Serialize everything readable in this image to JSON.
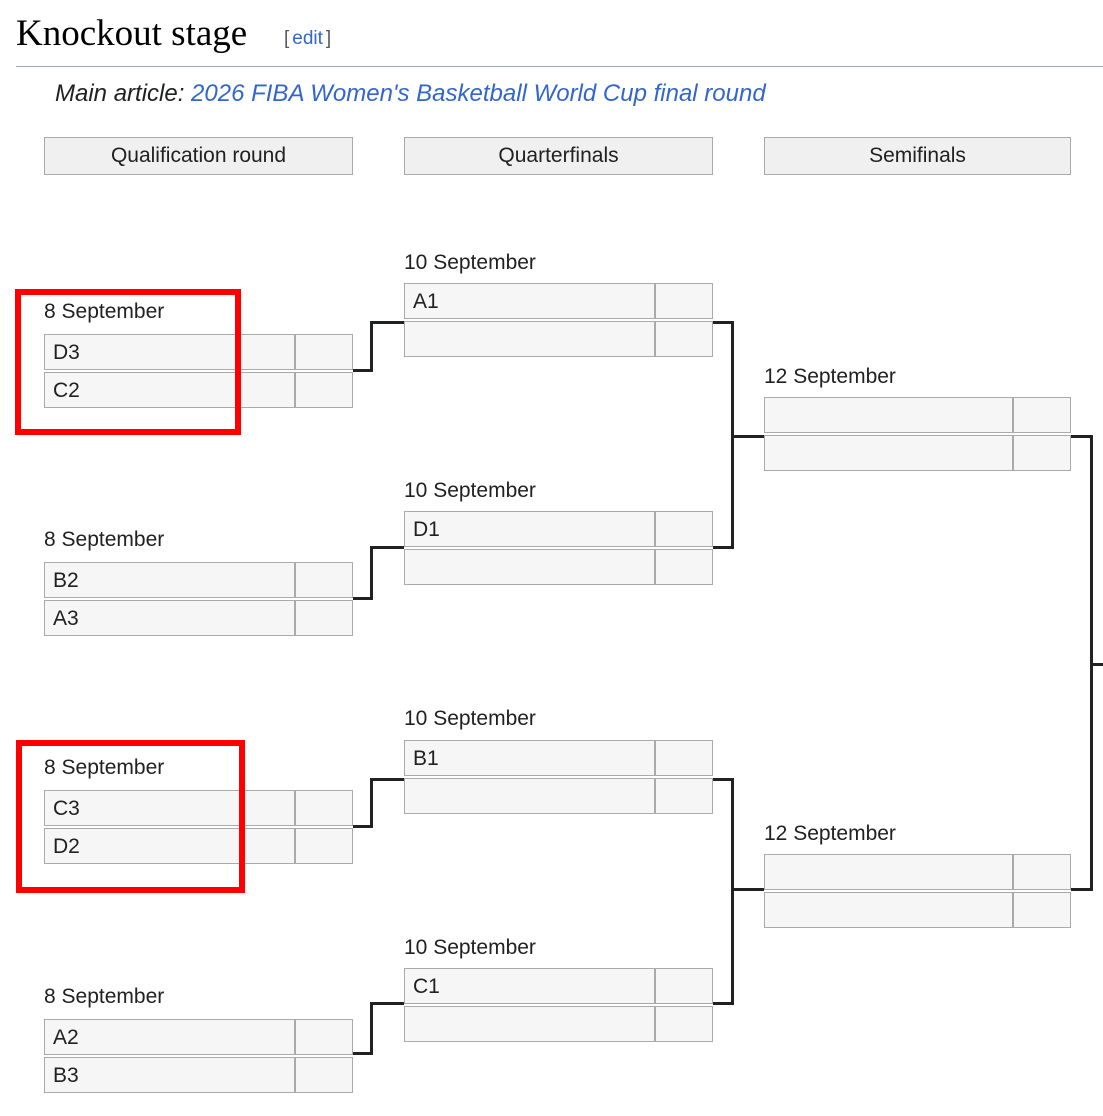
{
  "heading": {
    "title": "Knockout stage",
    "edit_label": "edit",
    "edit_open": "[",
    "edit_close": "]"
  },
  "hatnote": {
    "prefix": "Main article: ",
    "link": "2026 FIBA Women's Basketball World Cup final round"
  },
  "rounds": [
    "Qualification round",
    "Quarterfinals",
    "Semifinals"
  ],
  "qualification": [
    {
      "date": "8 September",
      "team1": "D3",
      "team2": "C2",
      "score1": "",
      "score2": ""
    },
    {
      "date": "8 September",
      "team1": "B2",
      "team2": "A3",
      "score1": "",
      "score2": ""
    },
    {
      "date": "8 September",
      "team1": "C3",
      "team2": "D2",
      "score1": "",
      "score2": ""
    },
    {
      "date": "8 September",
      "team1": "A2",
      "team2": "B3",
      "score1": "",
      "score2": ""
    }
  ],
  "quarterfinals": [
    {
      "date": "10 September",
      "team1": "A1",
      "team2": "",
      "score1": "",
      "score2": ""
    },
    {
      "date": "10 September",
      "team1": "D1",
      "team2": "",
      "score1": "",
      "score2": ""
    },
    {
      "date": "10 September",
      "team1": "B1",
      "team2": "",
      "score1": "",
      "score2": ""
    },
    {
      "date": "10 September",
      "team1": "C1",
      "team2": "",
      "score1": "",
      "score2": ""
    }
  ],
  "semifinals": [
    {
      "date": "12 September",
      "team1": "",
      "team2": "",
      "score1": "",
      "score2": ""
    },
    {
      "date": "12 September",
      "team1": "",
      "team2": "",
      "score1": "",
      "score2": ""
    }
  ],
  "colors": {
    "highlight": "#ff0000",
    "link": "#3366cc",
    "connector": "#202122"
  }
}
